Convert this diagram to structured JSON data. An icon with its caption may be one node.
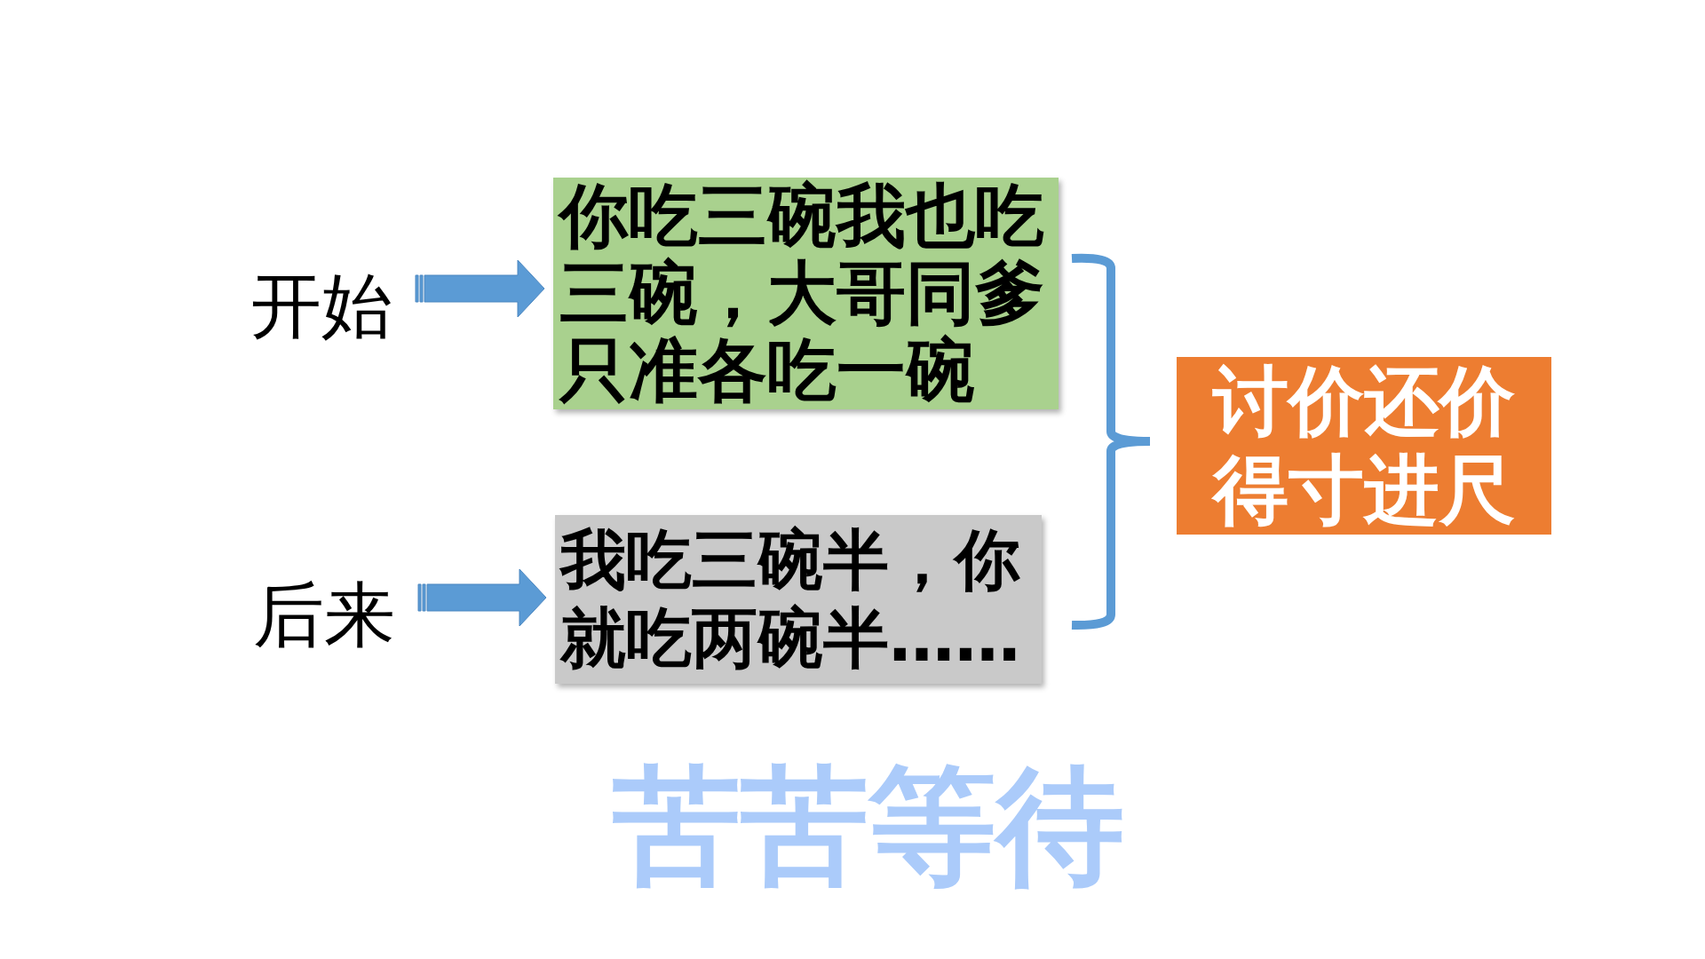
{
  "diagram": {
    "nodes": [
      {
        "text": [
          "开始"
        ]
      },
      {
        "text": [
          "你吃三碗我也吃三碗，大哥同爹只准各吃一碗"
        ]
      },
      {
        "text": [
          "后来"
        ]
      },
      {
        "text": [
          "我吃三碗半，你就吃两碗半……"
        ]
      },
      {
        "text": [
          "讨价还价得寸进尺"
        ]
      }
    ],
    "edges": [
      {
        "from": 0,
        "to": 1,
        "arrow": "to"
      },
      {
        "from": 2,
        "to": 3,
        "arrow": "to"
      }
    ],
    "labels": [
      "苦苦等待"
    ]
  }
}
